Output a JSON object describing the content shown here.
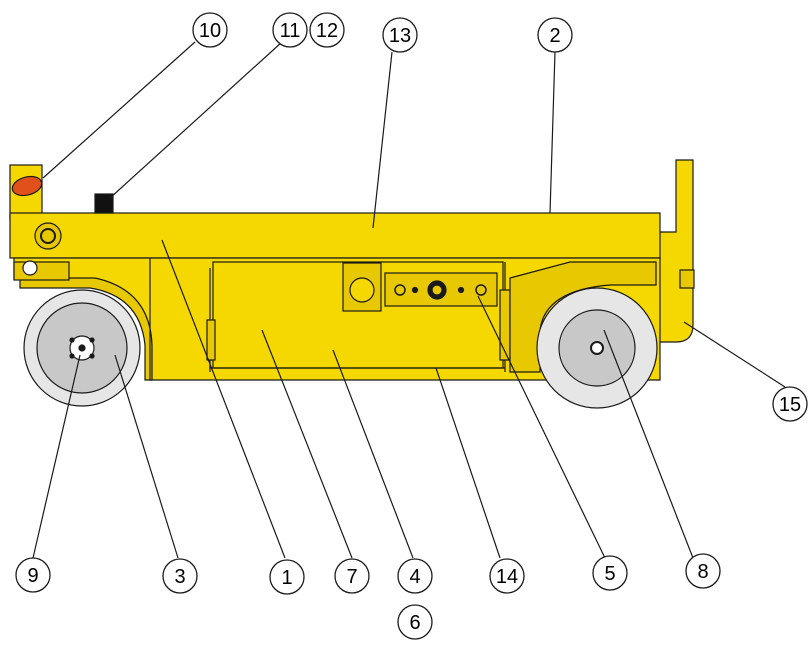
{
  "colors": {
    "body": "#f5d800",
    "body_shade": "#e8c800",
    "outline": "#1a1a1a",
    "tire": "#e6e6e6",
    "hub": "#c8c8c8",
    "beacon": "#e0501a",
    "switch": "#111111"
  },
  "callouts": [
    {
      "id": "callout-1",
      "label": "1"
    },
    {
      "id": "callout-2",
      "label": "2"
    },
    {
      "id": "callout-3",
      "label": "3"
    },
    {
      "id": "callout-4",
      "label": "4"
    },
    {
      "id": "callout-5",
      "label": "5"
    },
    {
      "id": "callout-6",
      "label": "6"
    },
    {
      "id": "callout-7",
      "label": "7"
    },
    {
      "id": "callout-8",
      "label": "8"
    },
    {
      "id": "callout-9",
      "label": "9"
    },
    {
      "id": "callout-10",
      "label": "10"
    },
    {
      "id": "callout-11",
      "label": "11"
    },
    {
      "id": "callout-12",
      "label": "12"
    },
    {
      "id": "callout-13",
      "label": "13"
    },
    {
      "id": "callout-14",
      "label": "14"
    },
    {
      "id": "callout-15",
      "label": "15"
    }
  ]
}
